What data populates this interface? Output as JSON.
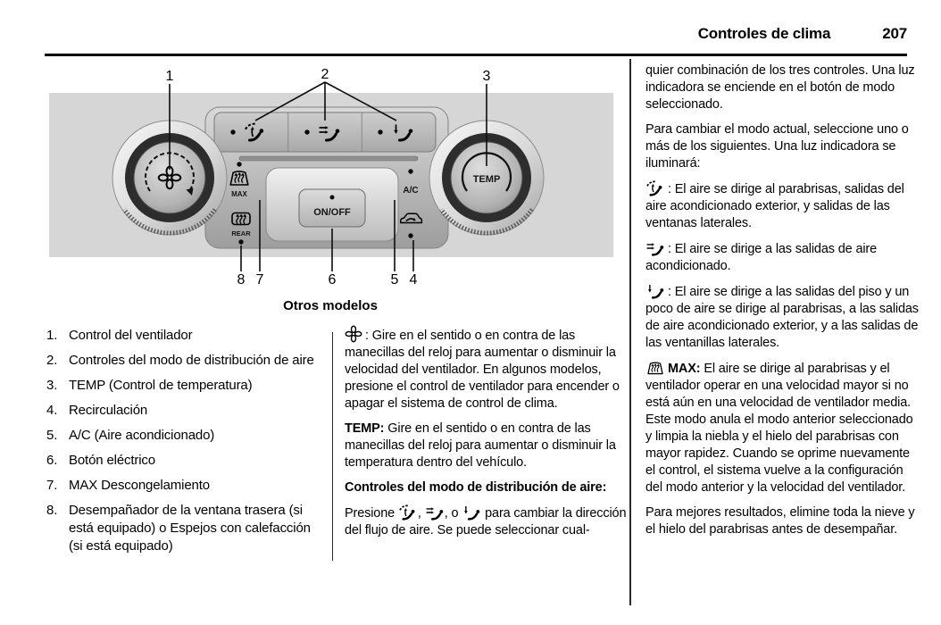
{
  "page": {
    "title": "Controles de clima",
    "number": "207"
  },
  "figure": {
    "caption": "Otros modelos",
    "callouts": [
      "1",
      "2",
      "3",
      "4",
      "5",
      "6",
      "7",
      "8"
    ],
    "labels": {
      "on_off": "ON/OFF",
      "temp": "TEMP",
      "ac": "A/C",
      "max": "MAX",
      "rear": "REAR"
    }
  },
  "legend": [
    {
      "num": "1.",
      "text": "Control del ventilador"
    },
    {
      "num": "2.",
      "text": "Controles del modo de distribución de aire"
    },
    {
      "num": "3.",
      "text": "TEMP (Control de temperatura)"
    },
    {
      "num": "4.",
      "text": "Recirculación"
    },
    {
      "num": "5.",
      "text": "A/C (Aire acondicionado)"
    },
    {
      "num": "6.",
      "text": "Botón eléctrico"
    },
    {
      "num": "7.",
      "text": "MAX Descongelamiento"
    },
    {
      "num": "8.",
      "text": "Desempañador de la ventana trasera (si está equipado) o Espejos con calefacción (si está equipado)"
    }
  ],
  "middle_column": {
    "fan_para_text": ": Gire en el sentido o en contra de las manecillas del reloj para aumentar o disminuir la velocidad del ventilador. En algunos modelos, presione el control de ventilador para encender o apagar el sistema de control de clima.",
    "temp_lead": "TEMP:",
    "temp_text": " Gire en el sentido o en contra de las manecillas del reloj para aumentar o disminuir la temperatura dentro del vehículo.",
    "modes_heading": "Controles del modo de distribución de aire:",
    "modes_pre": "Presione ",
    "modes_sep1": ", ",
    "modes_sep2": ", o ",
    "modes_post": " para cambiar la dirección del flujo de aire. Se puede seleccionar cual-"
  },
  "right_column": {
    "p1": "quier combinación de los tres controles. Una luz indicadora se enciende en el botón de modo seleccionado.",
    "p2": "Para cambiar el modo actual, seleccione uno o más de los siguientes. Una luz indicadora se iluminará:",
    "windshield_text": ": El aire se dirige al parabrisas, salidas del aire acondicionado exterior, y salidas de las ventanas laterales.",
    "vent_text": ": El aire se dirige a las salidas de aire acondicionado.",
    "floor_text": ": El aire se dirige a las salidas del piso y un poco de aire se dirige al parabrisas, a las salidas de aire acondicionado exterior, y a las salidas de las ventanillas laterales.",
    "max_lead": "MAX:",
    "max_text": " El aire se dirige al parabrisas y el ventilador operar en una velocidad mayor si no está aún en una velocidad de ventilador media. Este modo anula el modo anterior seleccionado y limpia la niebla y el hielo del parabrisas con mayor rapidez. Cuando se oprime nuevamente el control, el sistema vuelve a la configuración del modo anterior y la velocidad del ventilador.",
    "p_last": "Para mejores resultados, elimine toda la nieve y el hielo del parabrisas antes de desempañar."
  },
  "icons": {
    "fan": "fan-icon",
    "windshield_mode": "windshield-mode-icon",
    "vent_mode": "vent-mode-icon",
    "floor_mode": "floor-mode-icon",
    "max_defrost": "windshield-defrost-icon",
    "rear_defrost": "rear-defrost-icon",
    "recirculation": "recirculation-icon"
  },
  "colors": {
    "text": "#000000",
    "rule": "#000000",
    "figure_bg": "#d6d6d6",
    "panel": "#b5b5b5"
  }
}
